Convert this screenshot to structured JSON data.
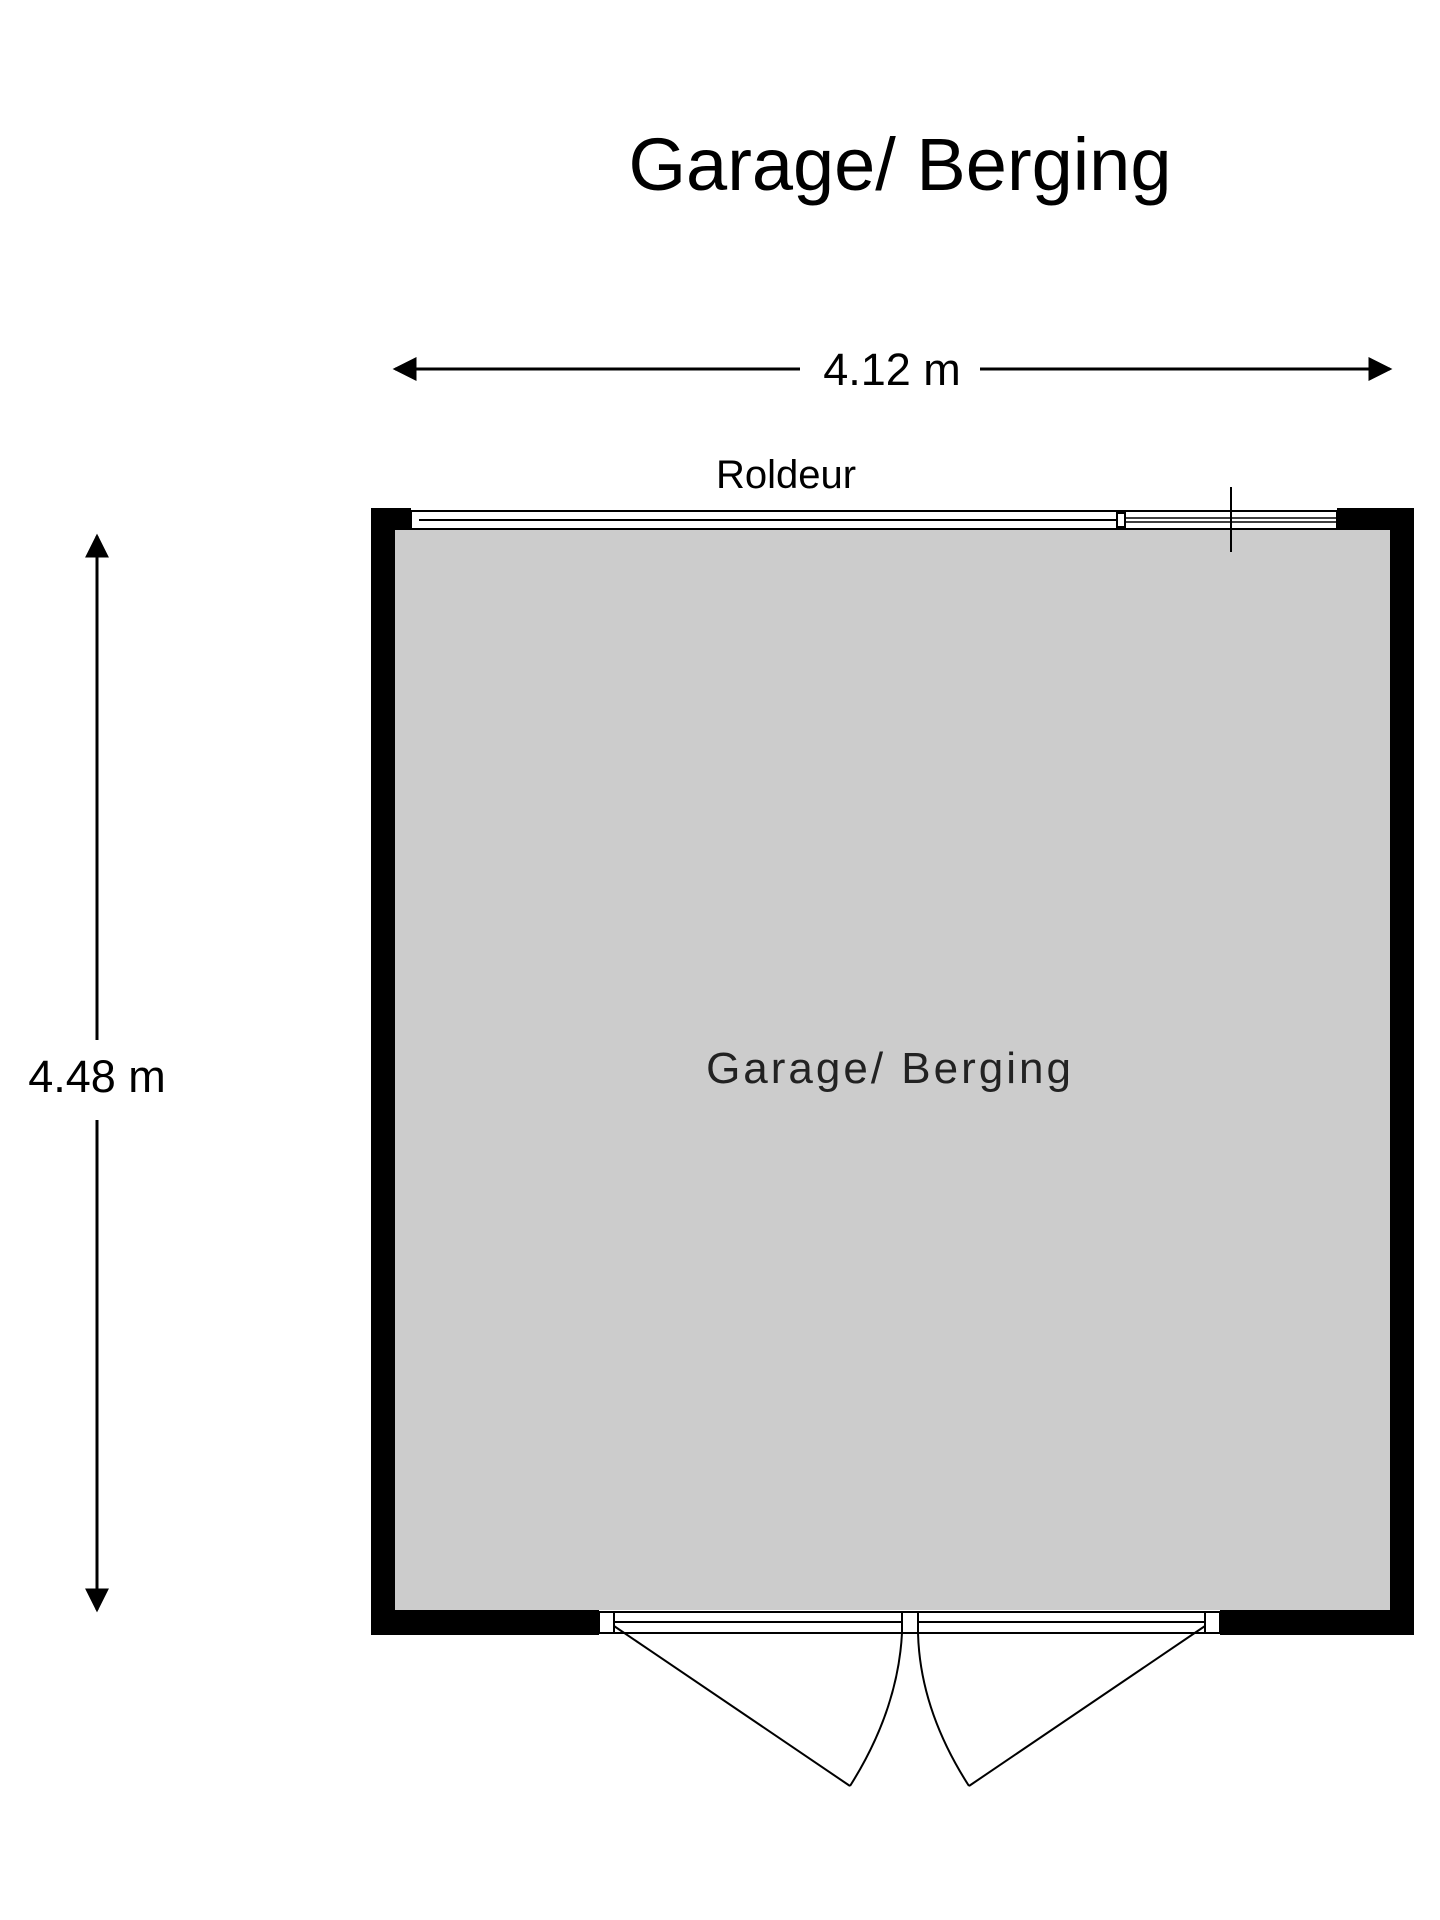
{
  "title": "Garage/ Berging",
  "dimensions": {
    "width_label": "4.12 m",
    "height_label": "4.48 m"
  },
  "rooms": [
    {
      "label": "Garage/ Berging"
    }
  ],
  "doors": [
    {
      "label": "Roldeur",
      "type": "roller-door"
    },
    {
      "label": "",
      "type": "double-swing-door"
    }
  ],
  "colors": {
    "floor": "#cccccc",
    "wall": "#000000",
    "background": "#ffffff"
  }
}
